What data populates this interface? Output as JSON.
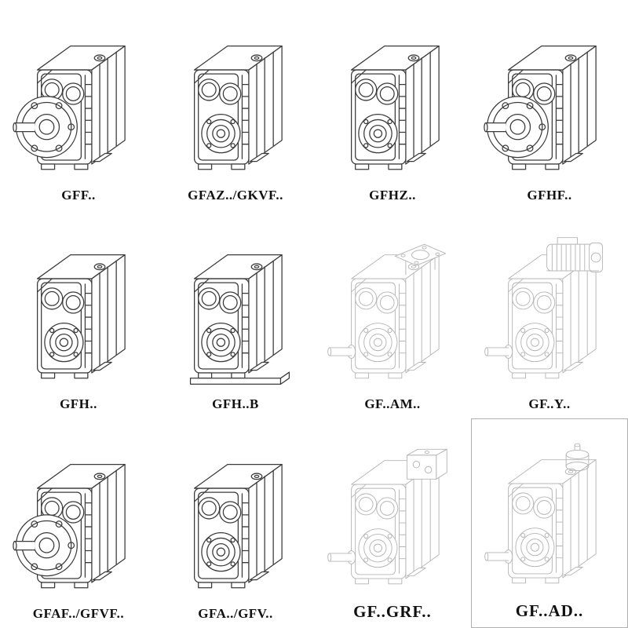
{
  "colors": {
    "ink_dark": "#3b3b3b",
    "ink_light": "#b5b5b5"
  },
  "catalog": {
    "items": [
      {
        "label": "GFF..",
        "drawing": "gearbox-output-flange"
      },
      {
        "label": "GFAZ../GKVF..",
        "drawing": "gearbox-hollow-shaft"
      },
      {
        "label": "GFHZ..",
        "drawing": "gearbox-hollow-shaft"
      },
      {
        "label": "GFHF..",
        "drawing": "gearbox-output-flange"
      },
      {
        "label": "GFH..",
        "drawing": "gearbox-hollow-shaft"
      },
      {
        "label": "GFH..B",
        "drawing": "gearbox-hollow-shaft-base"
      },
      {
        "label": "GF..AM..",
        "drawing": "gearbox-input-flange-adapter"
      },
      {
        "label": "GF..Y..",
        "drawing": "gearbox-with-motor"
      },
      {
        "label": "GFAF../GFVF..",
        "drawing": "gearbox-output-flange"
      },
      {
        "label": "GFA../GFV..",
        "drawing": "gearbox-hollow-shaft"
      },
      {
        "label": "GF..GRF..",
        "drawing": "gearbox-input-block-adapter"
      },
      {
        "label": "GF..AD..",
        "drawing": "gearbox-input-shaft-adapter"
      }
    ]
  }
}
